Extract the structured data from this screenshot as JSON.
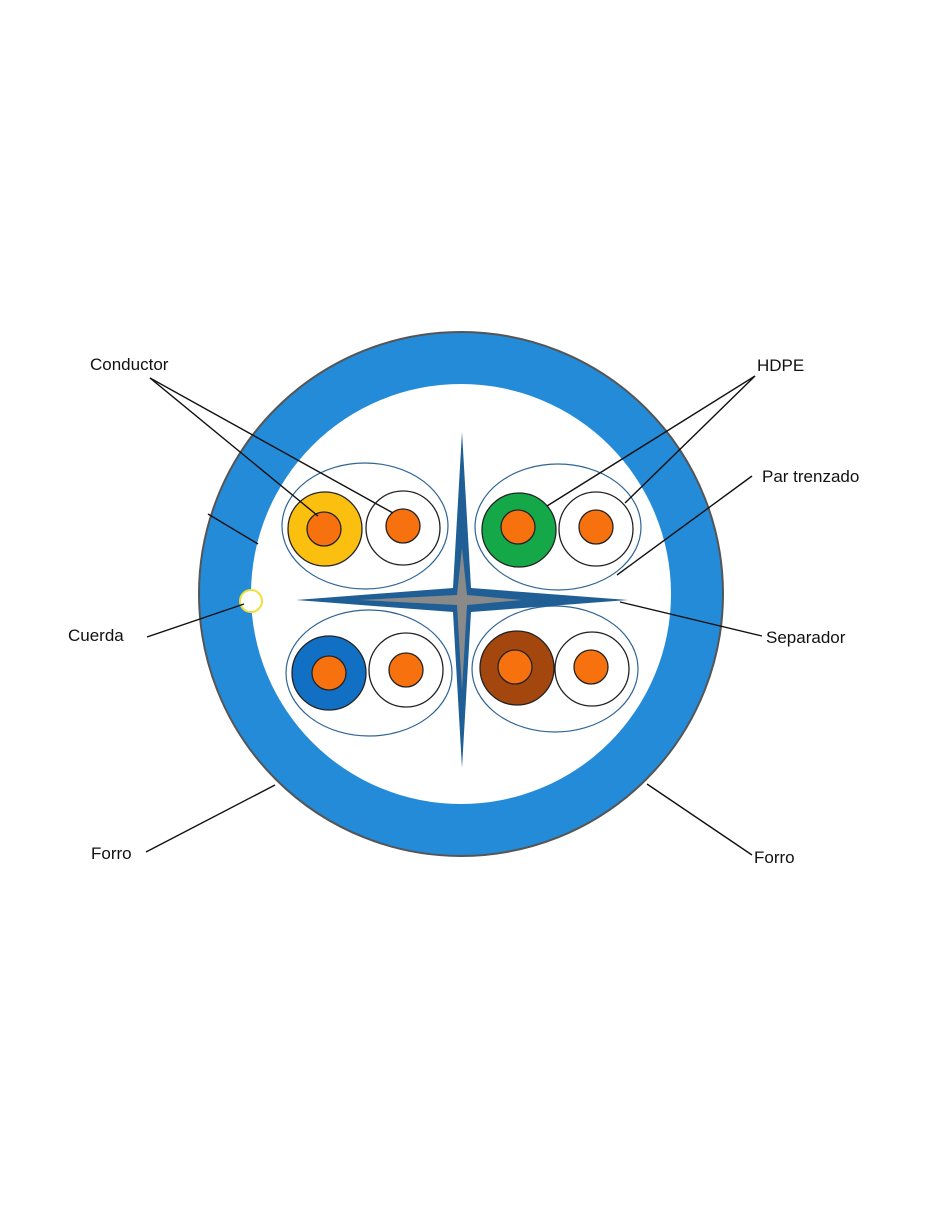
{
  "labels": {
    "conductor": "Conductor",
    "hdpe": "HDPE",
    "par_trenzado": "Par trenzado",
    "cuerda": "Cuerda",
    "separador": "Separador",
    "forro_left": "Forro",
    "forro_right": "Forro"
  },
  "colors": {
    "jacket": "#238bd8",
    "jacket_outline": "#555555",
    "interior": "#ffffff",
    "separator_fill": "#1f5f96",
    "separator_core": "#8a8a8a",
    "pair_outline": "#2f6596",
    "copper": "#f7720f",
    "ripcord": "#f2de38",
    "insulation": {
      "orange_pair": "#fbbf10",
      "green_pair": "#15a849",
      "blue_pair": "#1270c4",
      "brown_pair": "#a4470e",
      "white": "#ffffff"
    }
  }
}
